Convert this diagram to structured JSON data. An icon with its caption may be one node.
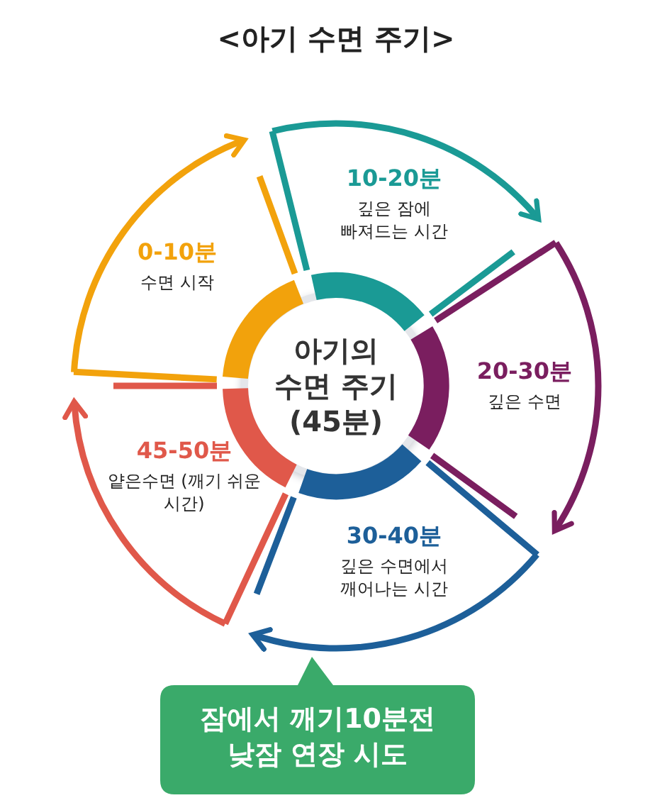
{
  "diagram": {
    "title": "<아기 수면 주기>",
    "nodes": [
      {
        "text": [
          "아기의 수면 주기 (45분)"
        ]
      },
      {
        "text": [
          "0-10분",
          "수면 시작"
        ]
      },
      {
        "text": [
          "10-20분",
          "깊은 잠에 빠져드는 시간"
        ]
      },
      {
        "text": [
          "20-30분",
          "깊은 수면"
        ]
      },
      {
        "text": [
          "30-40분",
          "깊은 수면에서 깨어나는 시간"
        ]
      },
      {
        "text": [
          "45-50분",
          "얕은수면 (깨기 쉬운 시간)"
        ]
      },
      {
        "text": [
          "잠에서 깨기10분전 낮잠 연장 시도"
        ]
      }
    ],
    "edges": [
      {
        "from": 1,
        "to": 2,
        "arrow": "to",
        "color": "#f2a20c"
      },
      {
        "from": 2,
        "to": 3,
        "arrow": "to",
        "color": "#1a9a95"
      },
      {
        "from": 3,
        "to": 4,
        "arrow": "to",
        "color": "#7a1e5f"
      },
      {
        "from": 4,
        "to": 5,
        "arrow": "to",
        "color": "#1d5f99"
      },
      {
        "from": 5,
        "to": 1,
        "arrow": "to",
        "color": "#e0584a"
      }
    ]
  }
}
